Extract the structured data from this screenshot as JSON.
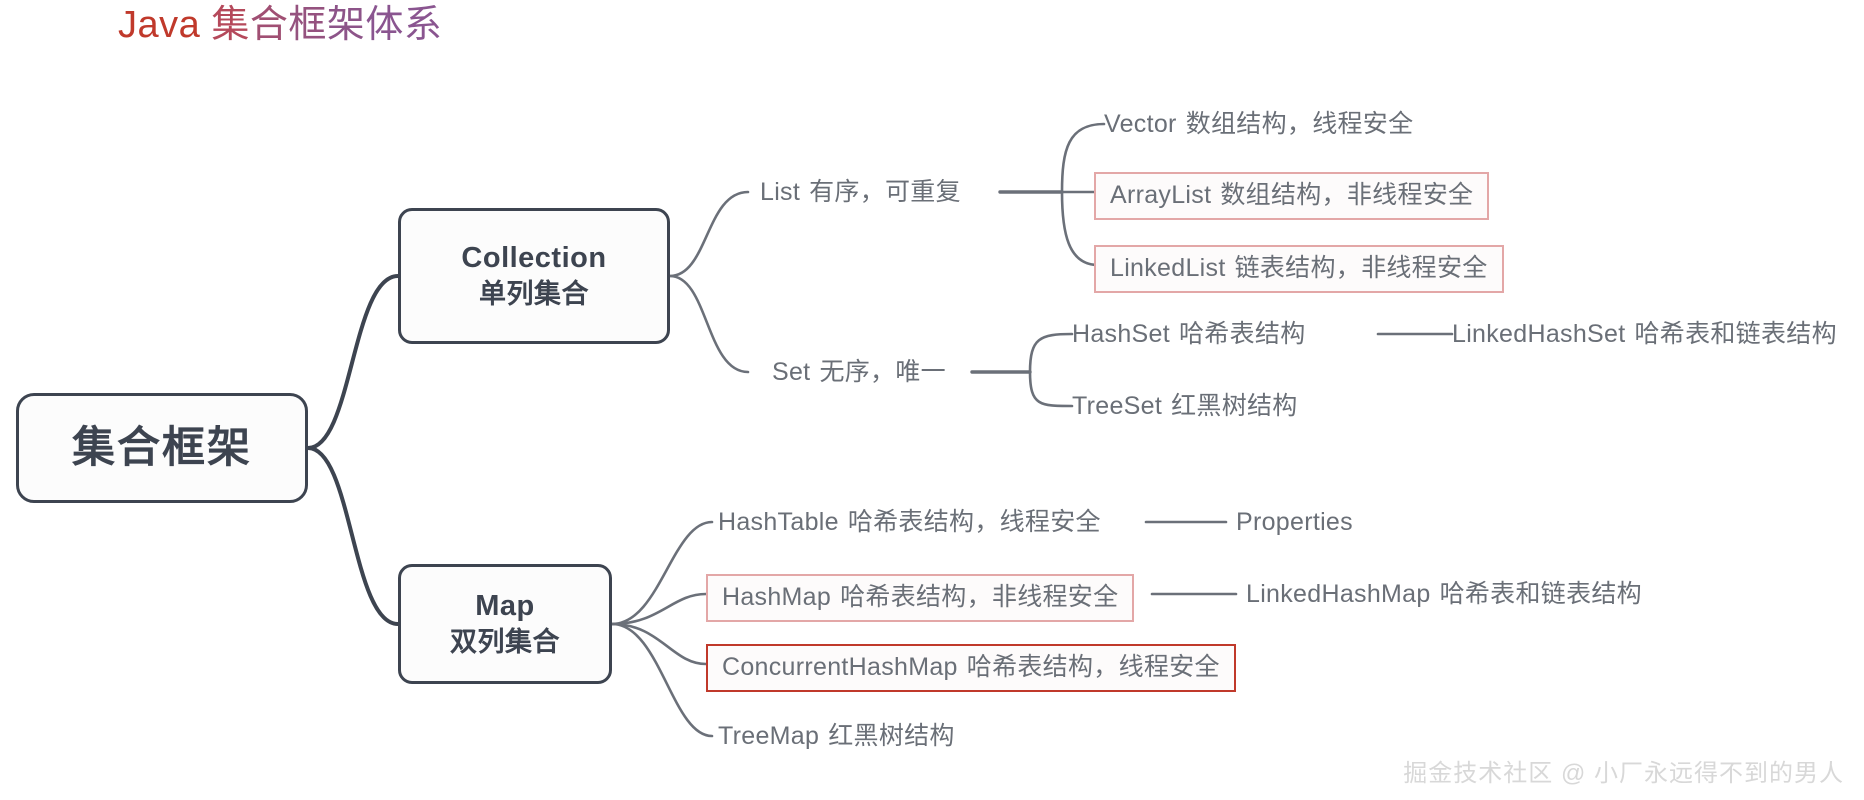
{
  "title": {
    "java": "Java",
    "cn": "集合框架体系",
    "cn_chars": [
      "集",
      "合",
      "框",
      "架",
      "体",
      "系"
    ],
    "color_start": "#c0392b",
    "color_end": "#8a5590"
  },
  "theme": {
    "node_border": "#3d4450",
    "node_text": "#3d4450",
    "leaf_text": "#6a6f77",
    "edge_stroke": "#6b7079",
    "root_edge_stroke": "#3d4450",
    "highlight_border": "#e3a7a7",
    "highlight_border_strong": "#c0392b",
    "background": "#ffffff",
    "watermark": "#d8d8d8"
  },
  "mindmap": {
    "root": {
      "label": "集合框架"
    },
    "branches": [
      {
        "id": "collection",
        "title": "Collection",
        "subtitle": "单列集合",
        "children": [
          {
            "id": "list",
            "label": "List",
            "note": "有序，可重复",
            "children": [
              {
                "id": "vector",
                "label": "Vector",
                "note": "数组结构，线程安全",
                "boxed": false
              },
              {
                "id": "arraylist",
                "label": "ArrayList",
                "note": "数组结构，非线程安全",
                "boxed": true
              },
              {
                "id": "linkedlist",
                "label": "LinkedList",
                "note": "链表结构，非线程安全",
                "boxed": true
              }
            ]
          },
          {
            "id": "set",
            "label": "Set",
            "note": "无序，唯一",
            "children": [
              {
                "id": "hashset",
                "label": "HashSet",
                "note": "哈希表结构",
                "boxed": false,
                "child": {
                  "id": "linkedhashset",
                  "label": "LinkedHashSet",
                  "note": "哈希表和链表结构"
                }
              },
              {
                "id": "treeset",
                "label": "TreeSet",
                "note": "红黑树结构",
                "boxed": false
              }
            ]
          }
        ]
      },
      {
        "id": "map",
        "title": "Map",
        "subtitle": "双列集合",
        "children": [
          {
            "id": "hashtable",
            "label": "HashTable",
            "note": "哈希表结构，线程安全",
            "boxed": false,
            "child": {
              "id": "properties",
              "label": "Properties",
              "note": ""
            }
          },
          {
            "id": "hashmap",
            "label": "HashMap",
            "note": "哈希表结构，非线程安全",
            "boxed": true,
            "child": {
              "id": "linkedhashmap",
              "label": "LinkedHashMap",
              "note": "哈希表和链表结构"
            }
          },
          {
            "id": "concurrenthashmap",
            "label": "ConcurrentHashMap",
            "note": "哈希表结构，线程安全",
            "boxed": true,
            "boxed_strong": true
          },
          {
            "id": "treemap",
            "label": "TreeMap",
            "note": "红黑树结构",
            "boxed": false
          }
        ]
      }
    ]
  },
  "watermark": "掘金技术社区 @ 小厂永远得不到的男人"
}
